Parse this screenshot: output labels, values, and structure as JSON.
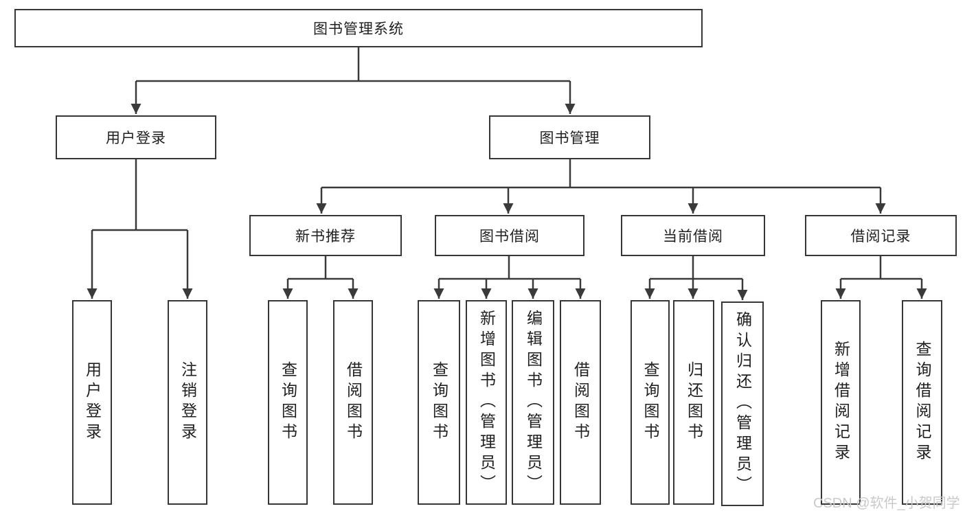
{
  "diagram_title": "图书管理系统",
  "colors": {
    "line": "#3a3a3a",
    "box_border": "#363636",
    "text": "#1f1f1f",
    "background": "#ffffff",
    "watermark": "#c9c9c9"
  },
  "root": {
    "label": "图书管理系统"
  },
  "level2": [
    {
      "label": "用户登录",
      "children": [
        {
          "label": "用户登录"
        },
        {
          "label": "注销登录"
        }
      ]
    },
    {
      "label": "图书管理",
      "children": [
        {
          "label": "新书推荐",
          "children": [
            {
              "label": "查询图书"
            },
            {
              "label": "借阅图书"
            }
          ]
        },
        {
          "label": "图书借阅",
          "children": [
            {
              "label": "查询图书"
            },
            {
              "label": "新增图书（管理员）"
            },
            {
              "label": "编辑图书（管理员）"
            },
            {
              "label": "借阅图书"
            }
          ]
        },
        {
          "label": "当前借阅",
          "children": [
            {
              "label": "查询图书"
            },
            {
              "label": "归还图书"
            },
            {
              "label": "确认归还（管理员）"
            }
          ]
        },
        {
          "label": "借阅记录",
          "children": [
            {
              "label": "新增借阅记录"
            },
            {
              "label": "查询借阅记录"
            }
          ]
        }
      ]
    }
  ],
  "watermark": {
    "text": "CSDN @软件_小贺同学"
  }
}
